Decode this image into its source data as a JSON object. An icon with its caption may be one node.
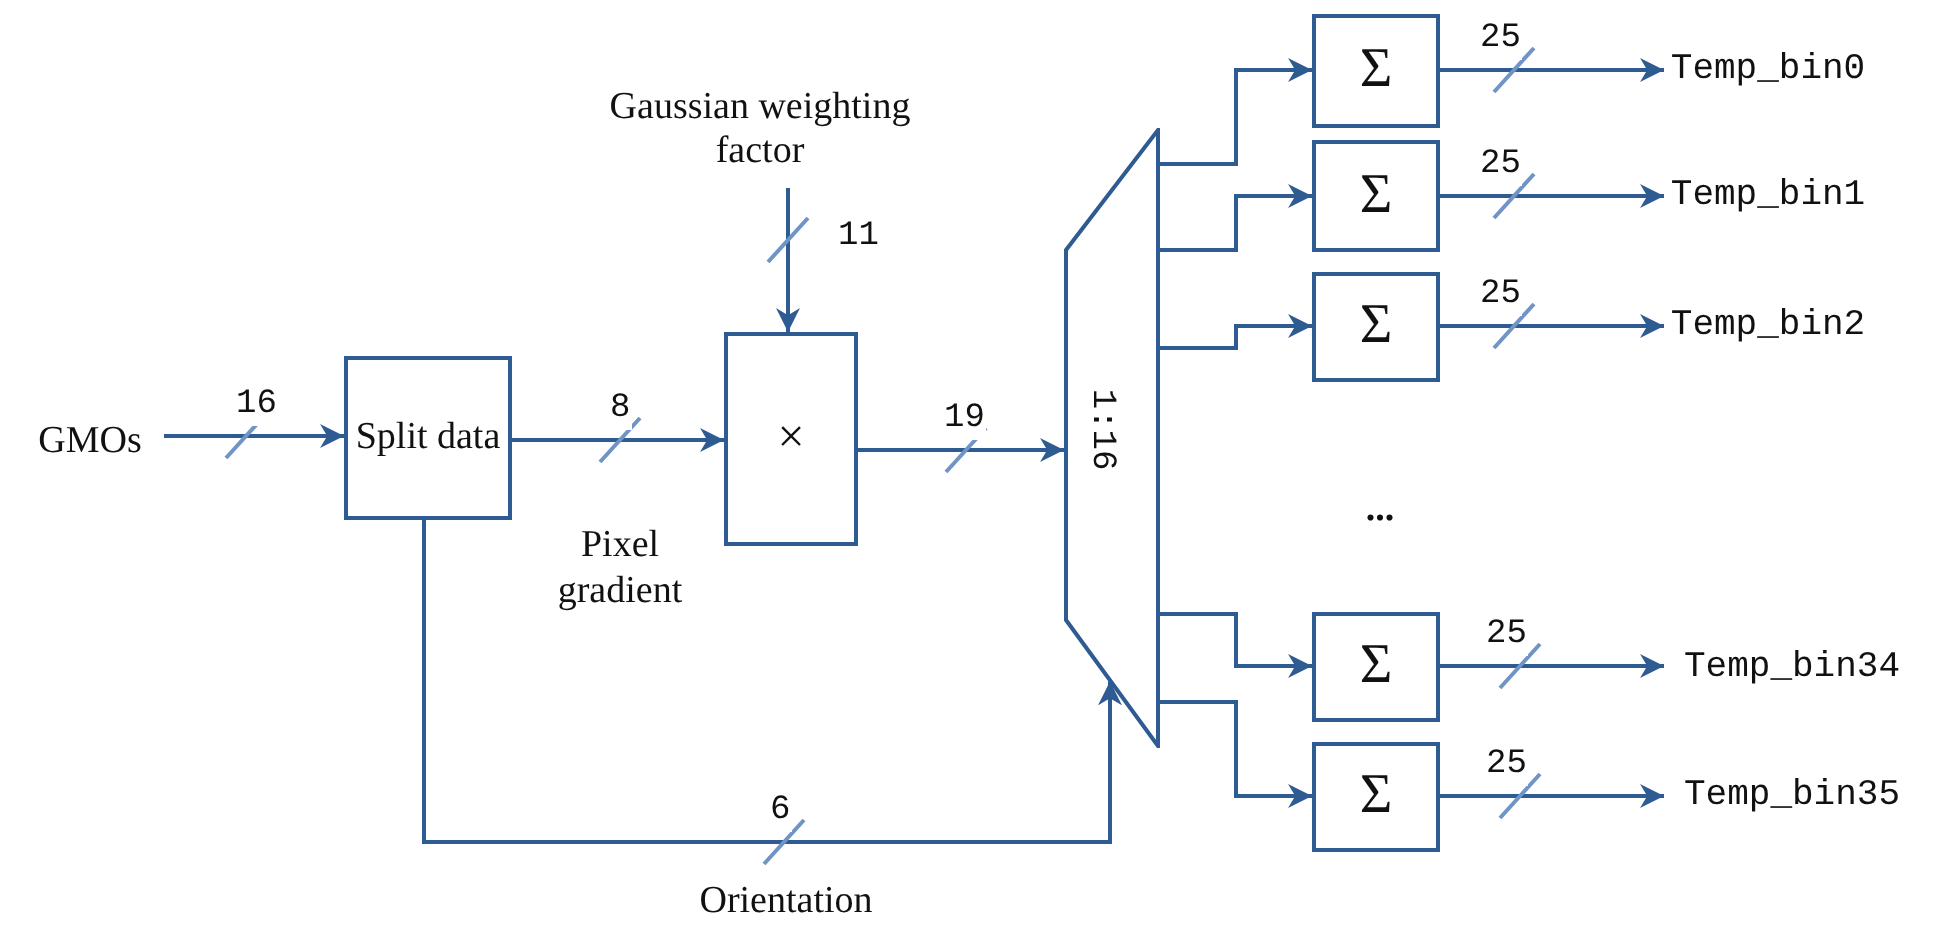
{
  "diagram": {
    "nodes": [
      {
        "text": [
          "GMOs"
        ]
      },
      {
        "text": [
          "Split data"
        ]
      },
      {
        "text": [
          "Gaussian weighting factor"
        ]
      },
      {
        "text": [
          "×"
        ]
      },
      {
        "text": [
          "1:16"
        ]
      },
      {
        "text": [
          "Σ"
        ]
      },
      {
        "text": [
          "Σ"
        ]
      },
      {
        "text": [
          "Σ"
        ]
      },
      {
        "text": [
          "Σ"
        ]
      },
      {
        "text": [
          "Σ"
        ]
      },
      {
        "text": [
          "Temp_bin0"
        ]
      },
      {
        "text": [
          "Temp_bin1"
        ]
      },
      {
        "text": [
          "Temp_bin2"
        ]
      },
      {
        "text": [
          "Temp_bin34"
        ]
      },
      {
        "text": [
          "Temp_bin35"
        ]
      }
    ],
    "edges": [
      {
        "from": 0,
        "to": 1,
        "arrow": "to",
        "label": "16"
      },
      {
        "from": 1,
        "to": 3,
        "arrow": "to",
        "label": "8"
      },
      {
        "from": 2,
        "to": 3,
        "arrow": "to",
        "label": "11"
      },
      {
        "from": 3,
        "to": 4,
        "arrow": "to",
        "label": "19"
      },
      {
        "from": 1,
        "to": 4,
        "arrow": "to",
        "label": "6"
      },
      {
        "from": 4,
        "to": 5,
        "arrow": "to"
      },
      {
        "from": 4,
        "to": 6,
        "arrow": "to"
      },
      {
        "from": 4,
        "to": 7,
        "arrow": "to"
      },
      {
        "from": 4,
        "to": 8,
        "arrow": "to"
      },
      {
        "from": 4,
        "to": 9,
        "arrow": "to"
      },
      {
        "from": 5,
        "to": 10,
        "arrow": "to",
        "label": "25"
      },
      {
        "from": 6,
        "to": 11,
        "arrow": "to",
        "label": "25"
      },
      {
        "from": 7,
        "to": 12,
        "arrow": "to",
        "label": "25"
      },
      {
        "from": 8,
        "to": 13,
        "arrow": "to",
        "label": "25"
      },
      {
        "from": 9,
        "to": 14,
        "arrow": "to",
        "label": "25"
      }
    ],
    "labels": [
      "Pixel gradient",
      "Orientation",
      "..."
    ]
  }
}
